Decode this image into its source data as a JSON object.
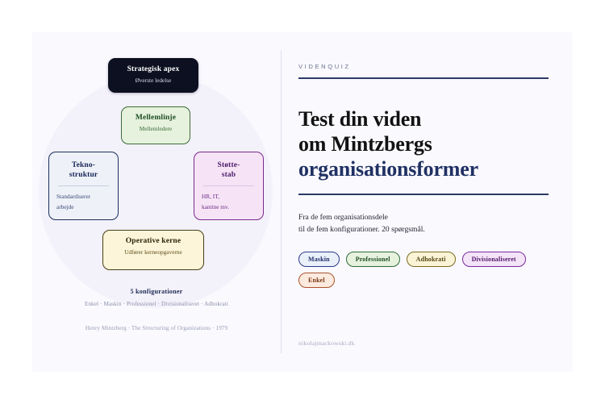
{
  "card": {
    "background": "#faf9fe",
    "circle_color": "#f3f1fa"
  },
  "diagram": {
    "nodes": [
      {
        "id": "strategisk-apex",
        "title": "Strategisk apex",
        "subtitle": "Øverste ledelse",
        "accent": "#0d1020"
      },
      {
        "id": "mellemlinje",
        "title": "Mellemlinje",
        "subtitle": "Mellemledere",
        "accent": "#3c6b3a"
      },
      {
        "id": "teknostruktur",
        "title_line1": "Tekno-",
        "title_line2": "struktur",
        "sub_line1": "Standardiserer",
        "sub_line2": "arbejde",
        "accent": "#1d2f5c"
      },
      {
        "id": "stottestab",
        "title_line1": "Støtte-",
        "title_line2": "stab",
        "sub_line1": "HR, IT,",
        "sub_line2": "kantine mv.",
        "accent": "#7b2a8c"
      },
      {
        "id": "operative-kerne",
        "title": "Operative kerne",
        "subtitle": "Udfører kerneopgaverne",
        "accent": "#4a3d12"
      }
    ],
    "caption_heading": "5 konfigurationer",
    "caption_list": "Enkel · Maskin · Professionel · Divisionaliseret · Adhokrati",
    "source_line": "Henry Mintzberg · The Structuring of Organizations · 1979"
  },
  "panel": {
    "eyebrow": "VIDENQUIZ",
    "headline": {
      "line1": "Test din viden",
      "line2": "om Mintzbergs",
      "line3": "organisationsformer"
    },
    "headline_color": "#121212",
    "headline_accent_color": "#1f3163",
    "rule_color": "#2b3a66",
    "subtitle": {
      "line1": "Fra de fem organisationsdele",
      "line2": "til de fem konfigurationer. 20 spørgsmål."
    },
    "pills": [
      {
        "label": "Maskin",
        "color": "#1b2a6b"
      },
      {
        "label": "Professionel",
        "color": "#1d4d22"
      },
      {
        "label": "Adhokrati",
        "color": "#4f4410"
      },
      {
        "label": "Divisionaliseret",
        "color": "#51146b"
      },
      {
        "label": "Enkel",
        "color": "#7a3714"
      }
    ],
    "site": "nikolajmackowski.dk"
  }
}
